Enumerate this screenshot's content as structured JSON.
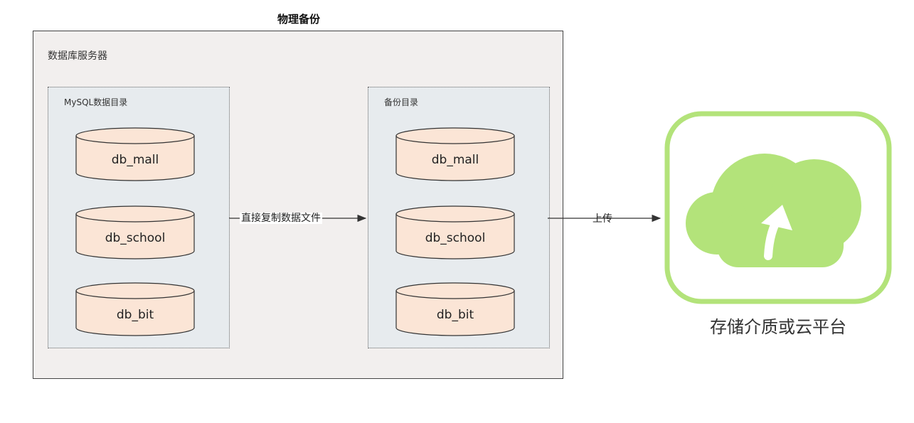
{
  "title": "物理备份",
  "server": {
    "label": "数据库服务器",
    "source_dir": {
      "label": "MySQL数据目录",
      "databases": [
        "db_mall",
        "db_school",
        "db_bit"
      ]
    },
    "backup_dir": {
      "label": "备份目录",
      "databases": [
        "db_mall",
        "db_school",
        "db_bit"
      ]
    }
  },
  "edges": {
    "copy_label": "直接复制数据文件",
    "upload_label": "上传"
  },
  "storage": {
    "label": "存储介质或云平台",
    "icon": "cloud-upload-icon"
  },
  "colors": {
    "server_bg": "#f2efee",
    "dir_bg": "#e7ebee",
    "cylinder_fill": "#fbe5d6",
    "cloud_green": "#b3e37a"
  }
}
